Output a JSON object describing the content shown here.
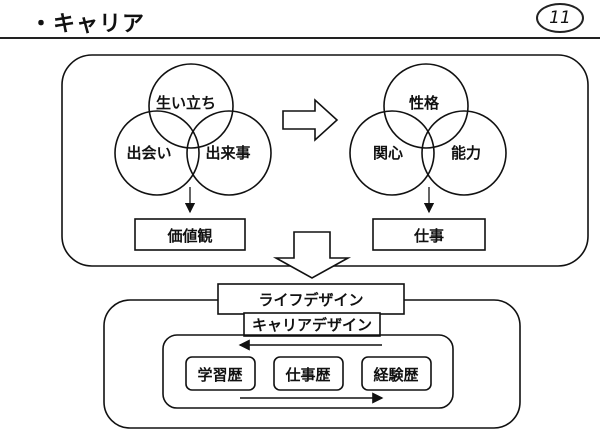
{
  "header": {
    "title": "・キャリア",
    "page_number": "11"
  },
  "venn_left": {
    "circles": [
      "生い立ち",
      "出会い",
      "出来事"
    ],
    "result": "価値観"
  },
  "venn_right": {
    "circles": [
      "性格",
      "関心",
      "能力"
    ],
    "result": "仕事"
  },
  "life_design": "ライフデザイン",
  "career_design": "キャリアデザイン",
  "histories": [
    "学習歴",
    "仕事歴",
    "経験歴"
  ]
}
